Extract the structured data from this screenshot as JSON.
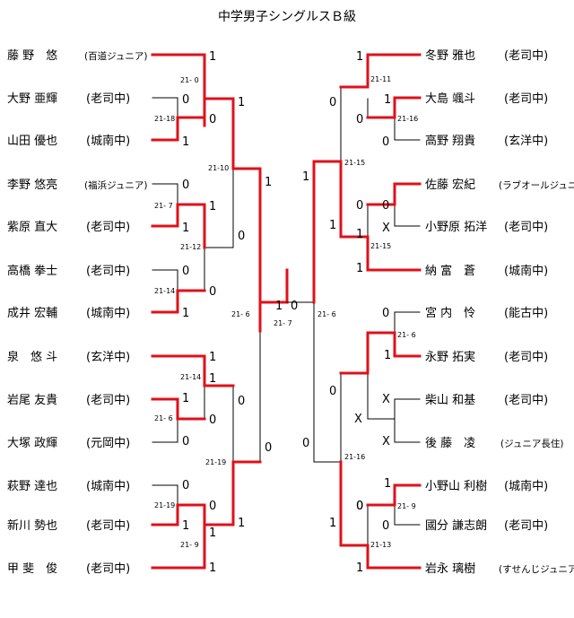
{
  "title": "中学男子シングルスＢ級",
  "left_players": [
    {
      "name": "藤 野　悠",
      "club": "(百道ジュニア)",
      "small": true
    },
    {
      "name": "大野 亜輝",
      "club": "(老司中)",
      "small": false
    },
    {
      "name": "山田 優也",
      "club": "(城南中)",
      "small": false
    },
    {
      "name": "李野 悠亮",
      "club": "(福浜ジュニア)",
      "small": true
    },
    {
      "name": "紫原 直大",
      "club": "(老司中)",
      "small": false
    },
    {
      "name": "高橋 拳士",
      "club": "(老司中)",
      "small": false
    },
    {
      "name": "成井 宏輔",
      "club": "(城南中)",
      "small": false
    },
    {
      "name": "泉　悠 斗",
      "club": "(玄洋中)",
      "small": false
    },
    {
      "name": "岩尾 友貴",
      "club": "(老司中)",
      "small": false
    },
    {
      "name": "大塚 政輝",
      "club": "(元岡中)",
      "small": false
    },
    {
      "name": "萩野 達也",
      "club": "(城南中)",
      "small": false
    },
    {
      "name": "新川 勢也",
      "club": "(老司中)",
      "small": false
    },
    {
      "name": "甲 斐　俊",
      "club": "(老司中)",
      "small": false
    }
  ],
  "right_players": [
    {
      "name": "冬野 雅也",
      "club": "(老司中)",
      "small": false
    },
    {
      "name": "大島 颯斗",
      "club": "(老司中)",
      "small": false
    },
    {
      "name": "高野 翔貴",
      "club": "(玄洋中)",
      "small": false
    },
    {
      "name": "佐藤 宏紀",
      "club": "(ラブオールジュニア)",
      "small": true
    },
    {
      "name": "小野原 拓洋",
      "club": "(老司中)",
      "small": false
    },
    {
      "name": "納 富　蒼",
      "club": "(城南中)",
      "small": false
    },
    {
      "name": "宮 内　怜",
      "club": "(能古中)",
      "small": false
    },
    {
      "name": "永野 拓実",
      "club": "(老司中)",
      "small": false
    },
    {
      "name": "柴山 和基",
      "club": "(老司中)",
      "small": false
    },
    {
      "name": "後 藤　凌",
      "club": "(ジュニア長住)",
      "small": true
    },
    {
      "name": "小野山 利樹",
      "club": "(城南中)",
      "small": false
    },
    {
      "name": "國分 謙志朗",
      "club": "(老司中)",
      "small": false
    },
    {
      "name": "岩永 璃樹",
      "club": "(すせんじジュニア)",
      "small": true
    }
  ],
  "results": [
    {
      "text": "1",
      "side": "L"
    },
    {
      "text": "0",
      "side": "L"
    },
    {
      "text": "1",
      "side": "L"
    },
    {
      "text": "0",
      "side": "L"
    },
    {
      "text": "1",
      "side": "L"
    },
    {
      "text": "0",
      "side": "L"
    },
    {
      "text": "1",
      "side": "L"
    },
    {
      "text": "1",
      "side": "L"
    },
    {
      "text": "1",
      "side": "L"
    },
    {
      "text": "0",
      "side": "L"
    },
    {
      "text": "0",
      "side": "L"
    },
    {
      "text": "1",
      "side": "L"
    },
    {
      "text": "1",
      "side": "L"
    },
    {
      "text": "0",
      "side": "L"
    },
    {
      "text": "1",
      "side": "L"
    },
    {
      "text": "0",
      "side": "L"
    },
    {
      "text": "1",
      "side": "L"
    },
    {
      "text": "0",
      "side": "L"
    },
    {
      "text": "0",
      "side": "L"
    },
    {
      "text": "1",
      "side": "L"
    },
    {
      "text": "1",
      "side": "L"
    },
    {
      "text": "0",
      "side": "L"
    },
    {
      "text": "0",
      "side": "L"
    },
    {
      "text": "1",
      "side": "L"
    },
    {
      "text": "1",
      "side": "L"
    },
    {
      "text": "0",
      "side": "L"
    },
    {
      "text": "1",
      "side": "R"
    },
    {
      "text": "1",
      "side": "R"
    },
    {
      "text": "0",
      "side": "R"
    },
    {
      "text": "0",
      "side": "R"
    },
    {
      "text": "X",
      "side": "R"
    },
    {
      "text": "1",
      "side": "R"
    },
    {
      "text": "0",
      "side": "R"
    },
    {
      "text": "1",
      "side": "R"
    },
    {
      "text": "X",
      "side": "R"
    },
    {
      "text": "X",
      "side": "R"
    },
    {
      "text": "1",
      "side": "R"
    },
    {
      "text": "0",
      "side": "R"
    },
    {
      "text": "1",
      "side": "R"
    },
    {
      "text": "0",
      "side": "R"
    },
    {
      "text": "0",
      "side": "R"
    },
    {
      "text": "1",
      "side": "R"
    },
    {
      "text": "0",
      "side": "R"
    },
    {
      "text": "X",
      "side": "R"
    },
    {
      "text": "0",
      "side": "R"
    },
    {
      "text": "1",
      "side": "R"
    },
    {
      "text": "0",
      "side": "R"
    },
    {
      "text": "1",
      "side": "R"
    },
    {
      "text": "0",
      "side": "R"
    },
    {
      "text": "0",
      "side": "R"
    }
  ],
  "scores": [
    "21- 0",
    "21-18",
    "21-10",
    "21- 7",
    "21-12",
    "21-14",
    "21- 6",
    "21-14",
    "21- 6",
    "21-19",
    "21-19",
    "21- 9",
    "21-11",
    "21-16",
    "21-15",
    "21-15",
    "21- 6",
    "21-16",
    "21- 9",
    "21-13",
    "21- 6",
    "21- 7",
    "21- 6"
  ]
}
